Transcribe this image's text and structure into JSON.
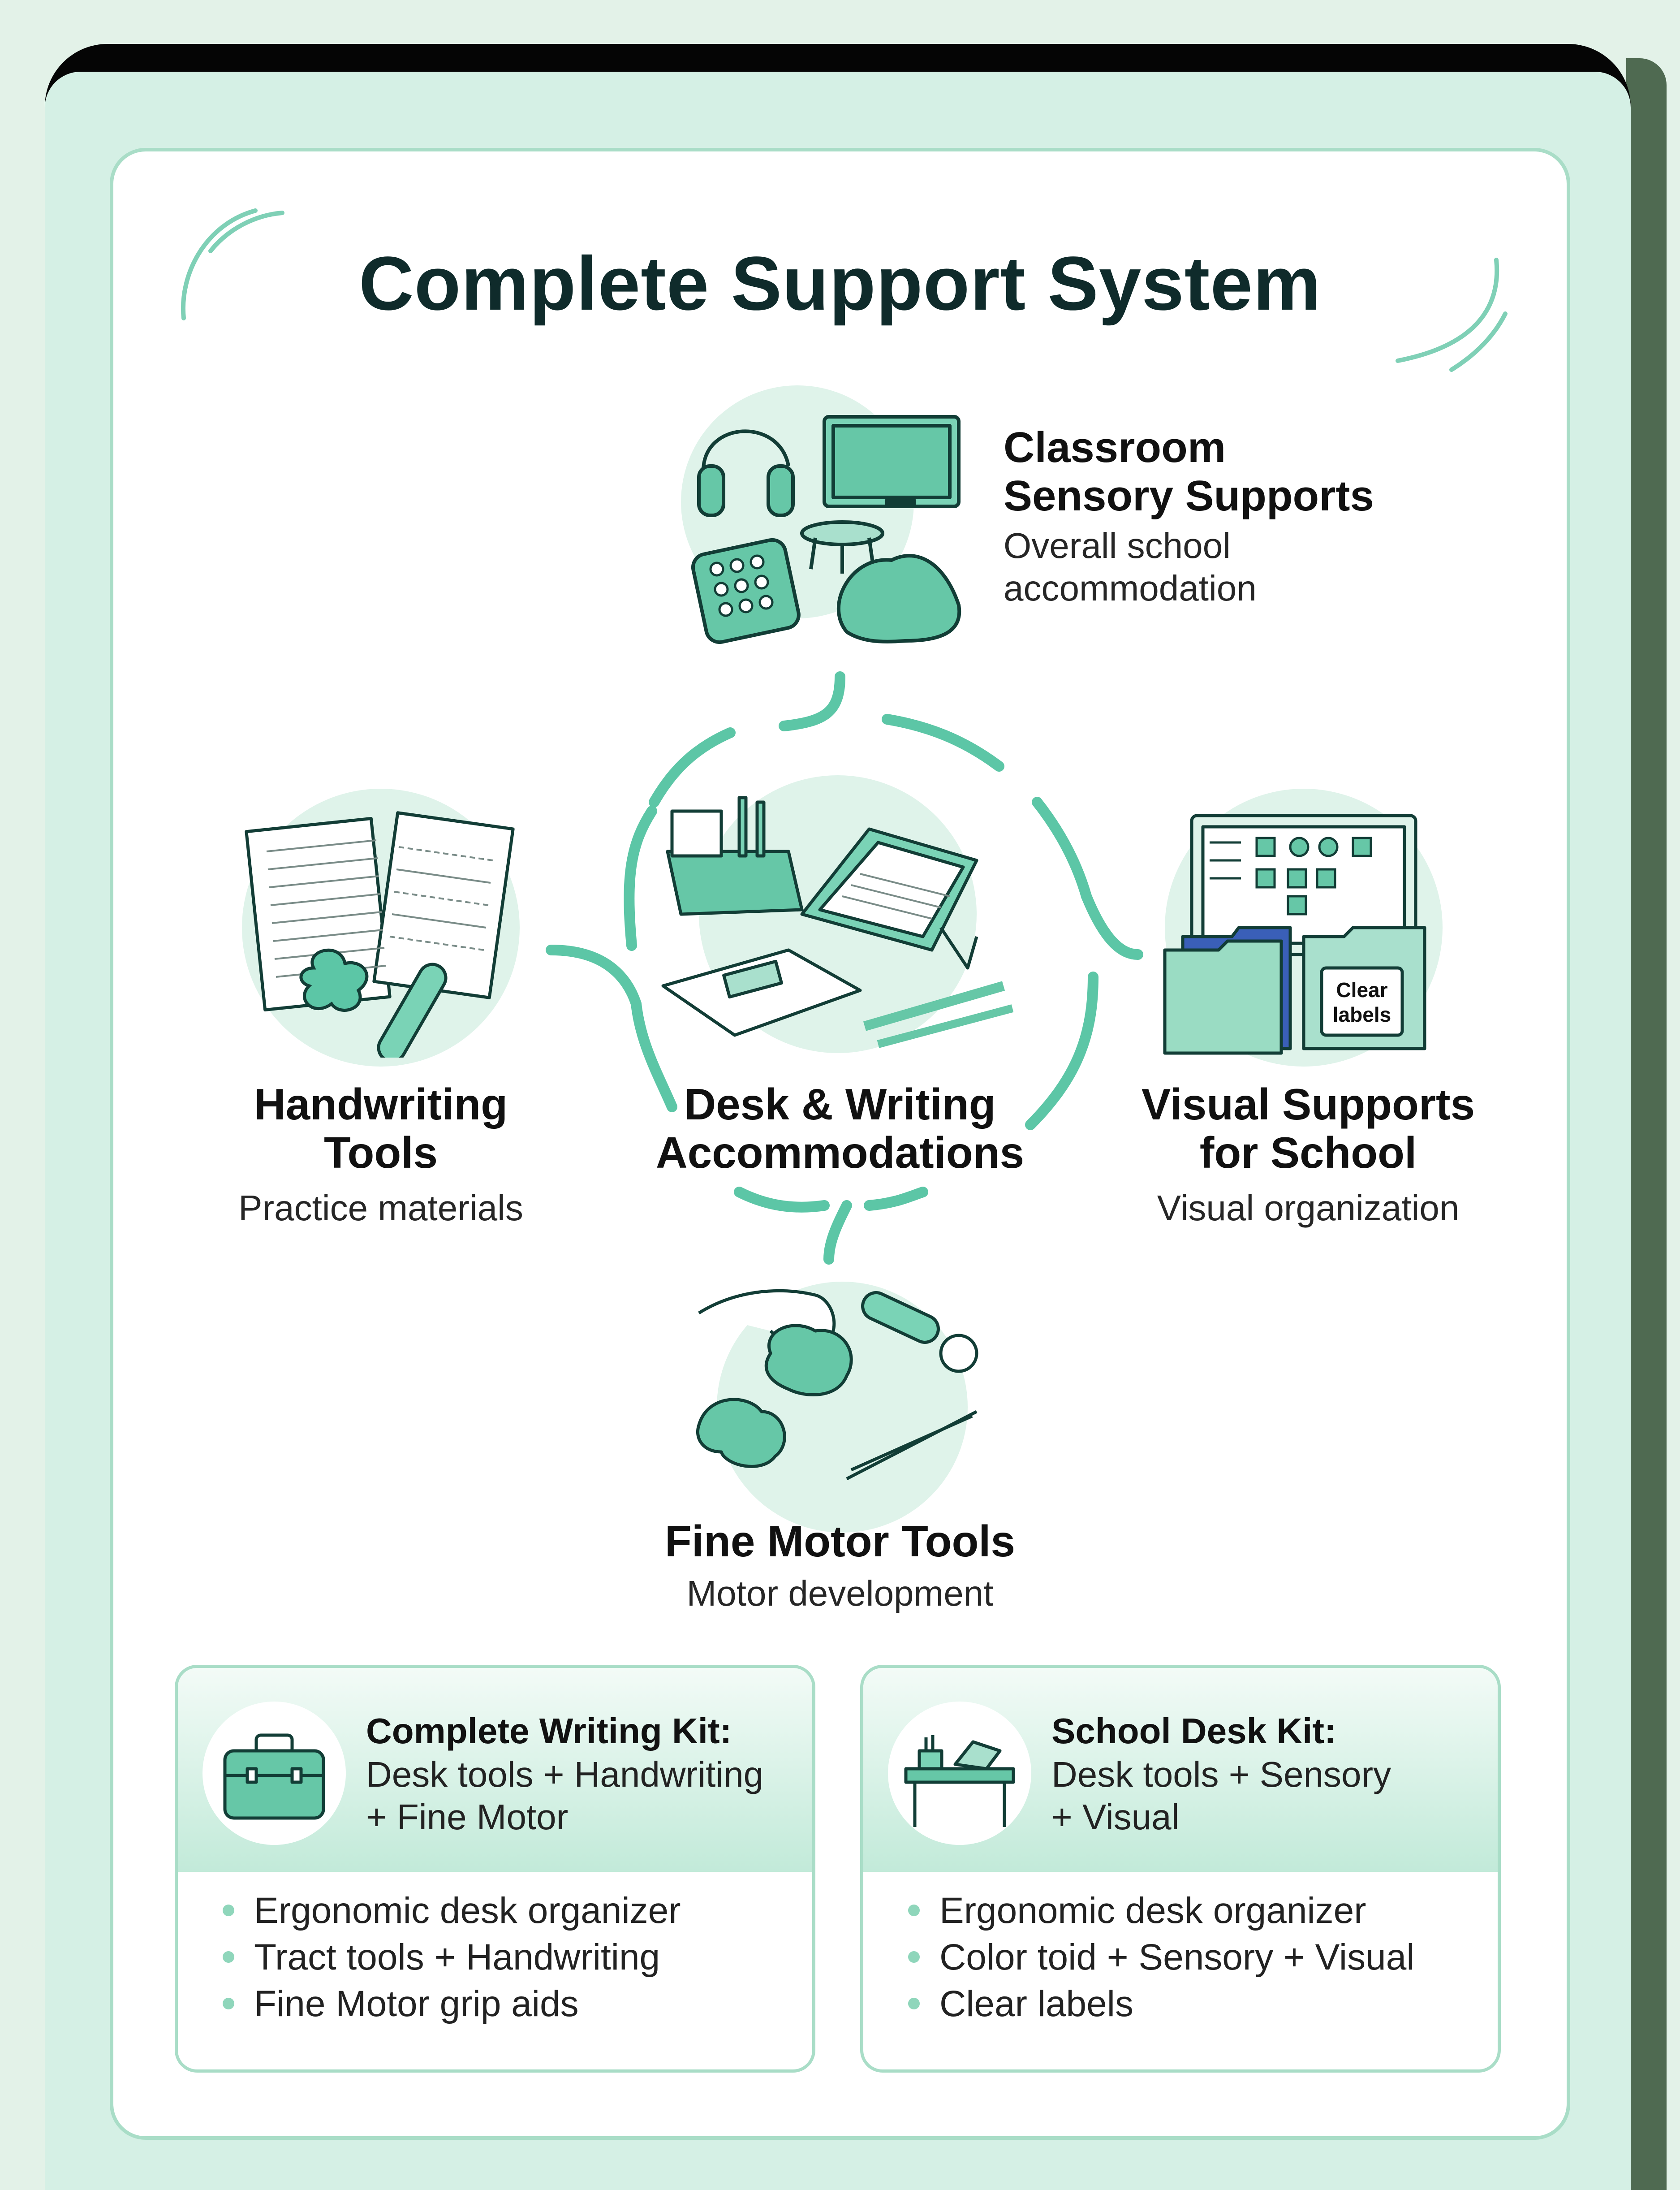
{
  "colors": {
    "background": "#e3f2e8",
    "panel": "#d5f0e5",
    "card": "#ffffff",
    "accent": "#5cc6a6",
    "accent_dark": "#123d36",
    "title": "#0f2b2b",
    "shadow": "#4f6a51"
  },
  "title": "Complete Support System",
  "nodes": {
    "classroom": {
      "title_line1": "Classroom",
      "title_line2": "Sensory Supports",
      "subtitle_line1": "Overall school",
      "subtitle_line2": "accommodation",
      "icon": "headphones-board-stool-beanbag-icon"
    },
    "desk": {
      "title_line1": "Desk & Writing",
      "title_line2": "Accommodations",
      "icon": "desk-organizer-slant-board-icon"
    },
    "handwriting": {
      "title_line1": "Handwriting",
      "title_line2": "Tools",
      "subtitle": "Practice materials",
      "icon": "lined-paper-grip-icon"
    },
    "visual": {
      "title_line1": "Visual Supports",
      "title_line2": "for School",
      "subtitle": "Visual organization",
      "icon": "schedule-board-folders-icon",
      "label_line1": "Clear",
      "label_line2": "labels"
    },
    "fine_motor": {
      "title": "Fine Motor Tools",
      "subtitle": "Motor development",
      "icon": "putty-tweezers-icon"
    }
  },
  "kits": [
    {
      "title": "Complete Writing Kit:",
      "sub_line1": "Desk tools + Handwriting",
      "sub_line2": "+ Fine Motor",
      "icon": "briefcase-icon",
      "items": [
        "Ergonomic desk organizer",
        "Tract tools + Handwriting",
        "Fine Motor grip aids"
      ]
    },
    {
      "title": "School Desk Kit:",
      "sub_line1": "Desk tools + Sensory",
      "sub_line2": "+ Visual",
      "icon": "school-desk-icon",
      "items": [
        "Ergonomic desk organizer",
        "Color toid + Sensory + Visual",
        "Clear labels"
      ]
    }
  ]
}
